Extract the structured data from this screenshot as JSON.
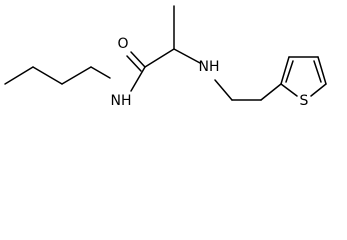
{
  "structure": {
    "atoms": [
      {
        "id": "carbonyl-oxygen",
        "symbol": "O"
      },
      {
        "id": "amide-nitrogen",
        "symbol": "N",
        "hydrogens": 1
      },
      {
        "id": "amine-nitrogen",
        "symbol": "N",
        "hydrogens": 1
      },
      {
        "id": "thiophene-sulfur",
        "symbol": "S"
      }
    ],
    "labels": {
      "carbonyl_oxygen": "O",
      "amide_nitrogen": "NH",
      "amine_nitrogen": "NH",
      "thiophene_sulfur": "S"
    },
    "fragments": [
      "butyl",
      "propanamide",
      "ethyl",
      "thiophen-2-yl"
    ]
  }
}
